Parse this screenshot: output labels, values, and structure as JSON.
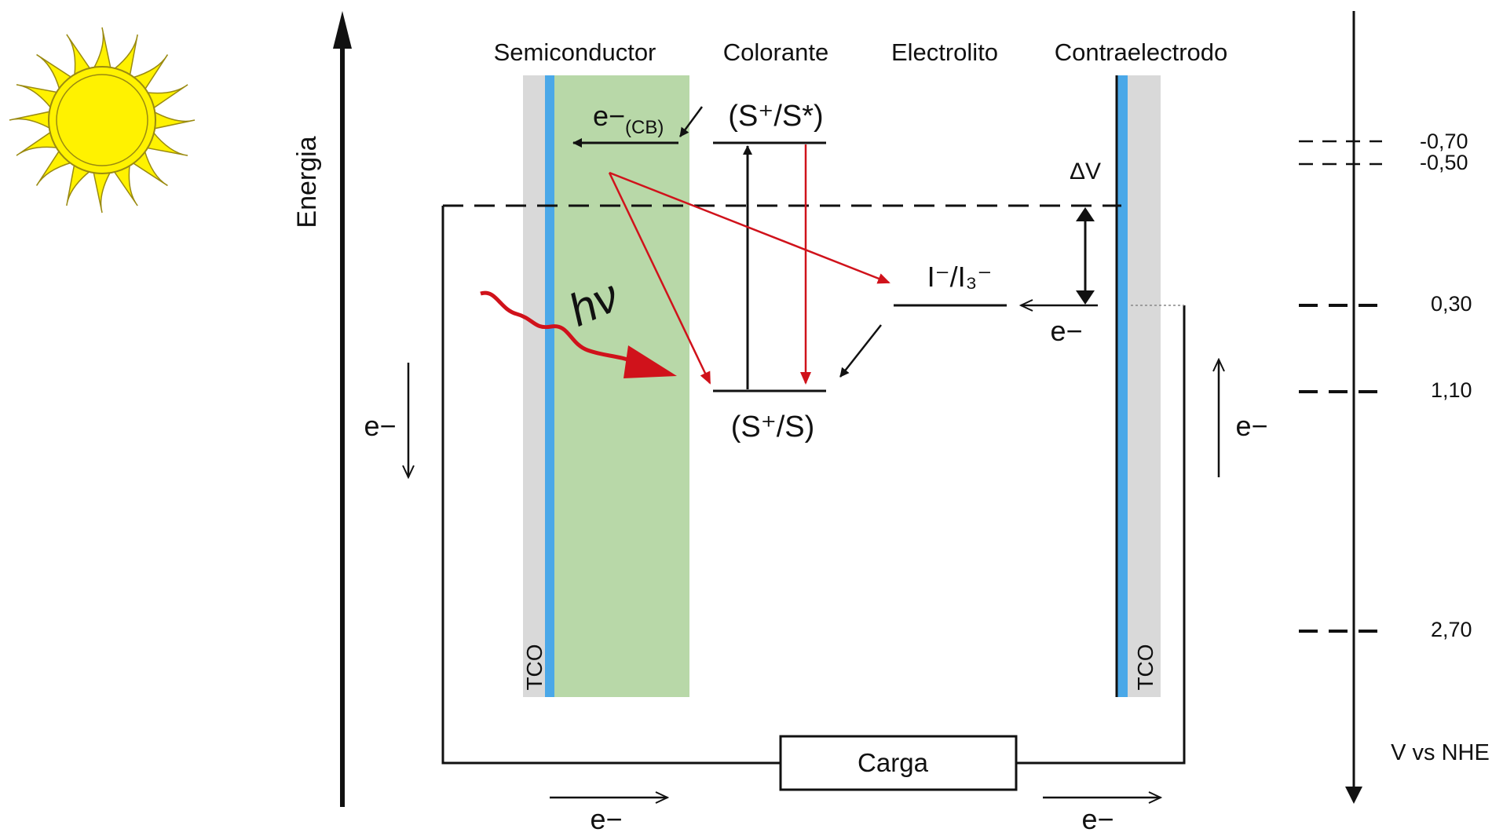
{
  "headers": {
    "semiconductor": "Semiconductor",
    "colorante": "Colorante",
    "electrolito": "Electrolito",
    "contraelectrodo": "Contraelectrodo"
  },
  "axis_energy": "Energia",
  "axis_potential": "V vs NHE",
  "labels": {
    "electron": "e−",
    "electron_cb_sub": "(CB)",
    "excited_state": "(S⁺/S*)",
    "ground_state": "(S⁺/S)",
    "redox_couple": "I⁻/I₃⁻",
    "photon": "hν",
    "delta_v": "ΔV",
    "tco": "TCO",
    "load": "Carga"
  },
  "potential_levels": [
    {
      "label": "-0,70",
      "value": -0.7
    },
    {
      "label": "-0,50",
      "value": -0.5
    },
    {
      "label": "0,30",
      "value": 0.3
    },
    {
      "label": "1,10",
      "value": 1.1
    },
    {
      "label": "2,70",
      "value": 2.7
    }
  ],
  "colors": {
    "sun_fill": "#fff200",
    "sun_stroke": "#9a8a10",
    "tco_gray": "#d9d9d9",
    "conductive_blue": "#4aa8e8",
    "semiconductor_green": "#b8d8a8",
    "red_arrow": "#d0121b",
    "black": "#111111"
  },
  "icons": {
    "sun": "sun-icon"
  }
}
